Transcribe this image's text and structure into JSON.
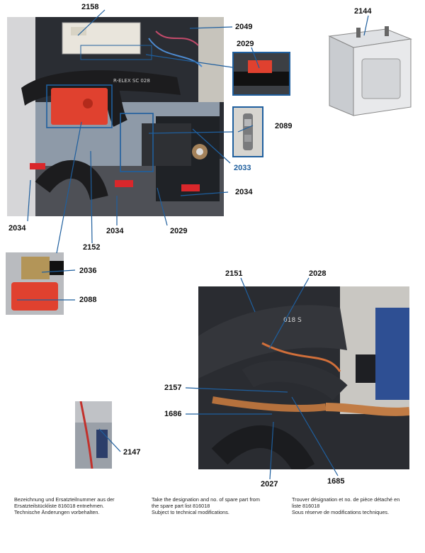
{
  "part_numbers": {
    "p2158": "2158",
    "p2144": "2144",
    "p2049": "2049",
    "p2029a": "2029",
    "p2089": "2089",
    "p2033": "2033",
    "p2034a": "2034",
    "p2034b": "2034",
    "p2034c": "2034",
    "p2029b": "2029",
    "p2152": "2152",
    "p2036": "2036",
    "p2088": "2088",
    "p2151": "2151",
    "p2028": "2028",
    "p2157": "2157",
    "p1686": "1686",
    "p2147": "2147",
    "p2027": "2027",
    "p1685": "1685"
  },
  "pipe_print": "R-ELEX SC 028",
  "pipe_print_2": "018 S",
  "footer": {
    "de": [
      "Bezeichnung und Ersatzteilnummer aus der",
      "Ersatzteilstückliste 816018 entnehmen.",
      "Technische Änderungen vorbehalten."
    ],
    "en": [
      "Take the designation and no. of spare part from",
      "the spare part list 816018",
      "Subject to technical modifications."
    ],
    "fr": [
      "Trouver désignation et no. de pièce détaché en",
      "liste 816018",
      "Sous réserve de modifications techniques."
    ]
  },
  "colors": {
    "leader_blue": "#1f5f9e",
    "valve_red": "#e0412f",
    "label_2033": "#1f5f9e"
  }
}
